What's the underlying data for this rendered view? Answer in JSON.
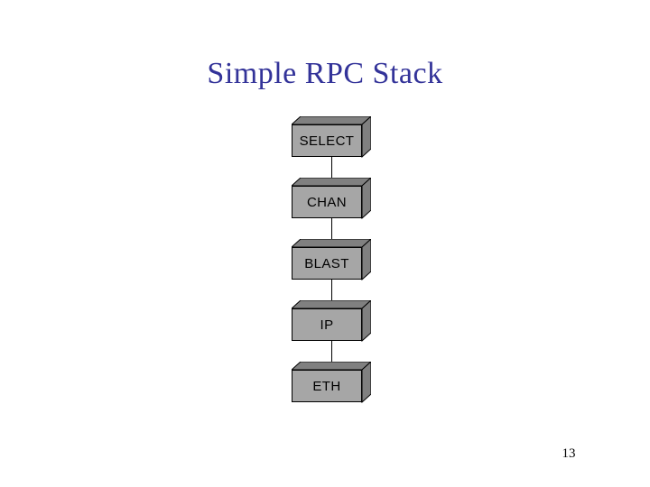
{
  "slide": {
    "title": "Simple RPC Stack",
    "page_number": "13",
    "background_color": "#ffffff",
    "title_color": "#333399"
  },
  "diagram": {
    "type": "vertical-protocol-stack",
    "orientation": "top-to-bottom",
    "node_face_color": "#a6a6a6",
    "node_bevel_color": "#808080",
    "node_outline_color": "#000000",
    "connector_color": "#000000",
    "nodes": [
      {
        "label": "SELECT"
      },
      {
        "label": "CHAN"
      },
      {
        "label": "BLAST"
      },
      {
        "label": "IP"
      },
      {
        "label": "ETH"
      }
    ]
  }
}
